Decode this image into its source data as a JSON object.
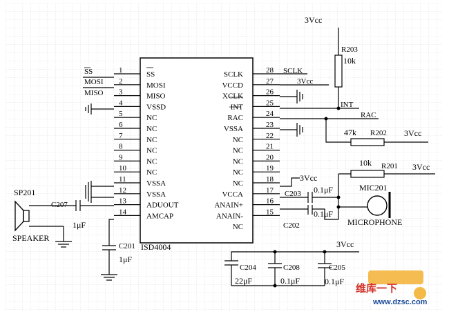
{
  "chip": {
    "name": "ISD4004",
    "left_pins": [
      {
        "num": "1",
        "name": "SS"
      },
      {
        "num": "2",
        "name": "MOSI"
      },
      {
        "num": "3",
        "name": "MISO"
      },
      {
        "num": "4",
        "name": "VSSD"
      },
      {
        "num": "5",
        "name": "NC"
      },
      {
        "num": "6",
        "name": "NC"
      },
      {
        "num": "7",
        "name": "NC"
      },
      {
        "num": "8",
        "name": "NC"
      },
      {
        "num": "9",
        "name": "NC"
      },
      {
        "num": "10",
        "name": "NC"
      },
      {
        "num": "11",
        "name": "VSSA"
      },
      {
        "num": "12",
        "name": "VSSA"
      },
      {
        "num": "13",
        "name": "ADUOUT"
      },
      {
        "num": "14",
        "name": "AMCAP"
      }
    ],
    "right_pins": [
      {
        "num": "28",
        "name": "SCLK"
      },
      {
        "num": "27",
        "name": "VCCD"
      },
      {
        "num": "26",
        "name": "XCLK"
      },
      {
        "num": "25",
        "name": "INT"
      },
      {
        "num": "24",
        "name": "RAC"
      },
      {
        "num": "23",
        "name": "VSSA"
      },
      {
        "num": "22",
        "name": "NC"
      },
      {
        "num": "21",
        "name": "NC"
      },
      {
        "num": "20",
        "name": "NC"
      },
      {
        "num": "19",
        "name": "NC"
      },
      {
        "num": "18",
        "name": "NC"
      },
      {
        "num": "17",
        "name": "VCCA"
      },
      {
        "num": "16",
        "name": "ANAIN+"
      },
      {
        "num": "15",
        "name": "ANAIN-"
      }
    ],
    "extra_right_label": "NC"
  },
  "nets": {
    "left": [
      "SS",
      "MOSI",
      "MISO"
    ],
    "sclk": "SCLK",
    "int": "INT",
    "rac": "RAC"
  },
  "supplies": {
    "top": "3Vcc",
    "pin27": "3Vcc",
    "r202": "3Vcc",
    "r201": "3Vcc",
    "pin17": "3Vcc",
    "bottom": "3Vcc"
  },
  "components": {
    "r203": {
      "ref": "R203",
      "value": "10k"
    },
    "r202": {
      "ref": "R202",
      "value": "47k"
    },
    "r201": {
      "ref": "R201",
      "value": "10k"
    },
    "c203": {
      "ref": "C203",
      "value": "0.1μF"
    },
    "c202": {
      "ref": "C202",
      "value": "0.1μF"
    },
    "mic": {
      "ref": "MIC201",
      "name": "MICROPHONE"
    },
    "spk": {
      "ref": "SP201",
      "name": "SPEAKER"
    },
    "c207": {
      "ref": "C207",
      "value": "1μF"
    },
    "c201": {
      "ref": "C201",
      "value": "1μF"
    },
    "c204": {
      "ref": "C204",
      "value": "22μF"
    },
    "c208": {
      "ref": "C208",
      "value": "0.1μF"
    },
    "c205": {
      "ref": "C205",
      "value": "0.1μF"
    }
  },
  "watermark": {
    "cn": "维库一下",
    "url": "www.dzsc.com"
  }
}
